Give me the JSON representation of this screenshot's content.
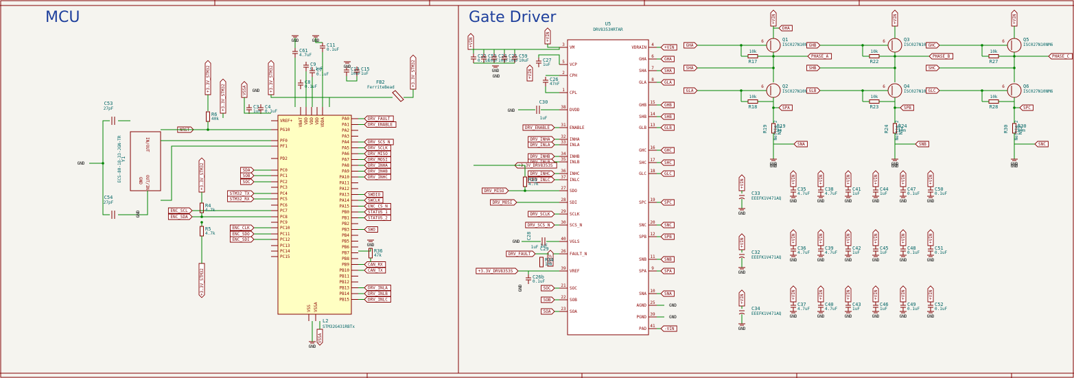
{
  "sheets": {
    "mcu_title": "MCU",
    "gate_title": "Gate Driver"
  },
  "mcu": {
    "ref": "L2",
    "part": "STM32G431RBTx",
    "left_pins": [
      "VREF+",
      "PG10",
      "PF0",
      "PF1",
      "PD2",
      "PC0",
      "PC1",
      "PC2",
      "PC3",
      "PC4",
      "PC5",
      "PC6",
      "PC7",
      "PC8",
      "PC9",
      "PC10",
      "PC11",
      "PC12",
      "PC13",
      "PC14",
      "PC15"
    ],
    "right_pins": [
      "PA0",
      "PA1",
      "PA2",
      "PA3",
      "PA4",
      "PA5",
      "PA6",
      "PA7",
      "PA8",
      "PA9",
      "PA10",
      "PA11",
      "PA12",
      "PA13",
      "PA14",
      "PA15",
      "PB0",
      "PB1",
      "PB2",
      "PB3",
      "PB4",
      "PB5",
      "PB6",
      "PB7",
      "PB8",
      "PB9",
      "PB10",
      "PB11",
      "PB12",
      "PB13",
      "PB14",
      "PB15"
    ],
    "bottom_pins": [
      "VSS",
      "VSSA"
    ],
    "top_pins": [
      "VBAT",
      "VDD",
      "VDD",
      "VDD",
      "VDDA"
    ],
    "right_labels": [
      "DRV_FAULT",
      "DRV_ENABLE",
      "DRV_SCS_N",
      "DRV_SCLK",
      "DRV_MISO",
      "DRV_MOSI",
      "DRV_INHA",
      "DRV_INHB",
      "DRV_INHC",
      "SWDIO",
      "SWCLK",
      "ENC_CS_N",
      "STATUS_1",
      "STATUS_2",
      "SWO",
      "CAN_RX",
      "CAN_TX",
      "DRV_INLA",
      "DRV_INLB",
      "DRV_INLC"
    ],
    "left_labels": [
      "NRST",
      "SDA",
      "SOB",
      "SOC",
      "STM32_TX",
      "STM32_RX",
      "ENC_SCL",
      "ENC_SDA",
      "ENC_CLK",
      "ENC_SDO",
      "ENC_SDI"
    ],
    "crystal": {
      "ref": "Y1",
      "part": "ECS-80-18-33-JGN-TR",
      "in": "IN/OUT",
      "out": "OUT/IN",
      "gnd": "GND"
    },
    "caps": [
      {
        "ref": "C53",
        "val": "27pF"
      },
      {
        "ref": "C54",
        "val": "27pF"
      },
      {
        "ref": "C61",
        "val": "4.7uF"
      },
      {
        "ref": "C9",
        "val": "0.1uF"
      },
      {
        "ref": "C11",
        "val": "0.1uF"
      },
      {
        "ref": "C7",
        "val": "0.1uF"
      },
      {
        "ref": "C8",
        "val": "0.1uF"
      },
      {
        "ref": "C13",
        "val": "10nF"
      },
      {
        "ref": "C15",
        "val": "1uF"
      },
      {
        "ref": "C3",
        "val": "1uF"
      },
      {
        "ref": "C4",
        "val": "0.1uF"
      }
    ],
    "resistors": [
      {
        "ref": "R6",
        "val": "40k"
      },
      {
        "ref": "R4",
        "val": "4.7k"
      },
      {
        "ref": "R5",
        "val": "4.7k"
      },
      {
        "ref": "R36",
        "val": "47k"
      }
    ],
    "ferrite": {
      "ref": "FB2",
      "val": "FerriteBead"
    },
    "power": [
      "+3.3V_STM32",
      "VSSA",
      "GND"
    ]
  },
  "driver": {
    "ref": "U5",
    "part": "DRV8353HRTAR",
    "left_pins": [
      {
        "n": "3",
        "name": "VM"
      },
      {
        "n": "5",
        "name": "VCP"
      },
      {
        "n": "2",
        "name": "CPH"
      },
      {
        "n": "1",
        "name": "CPL"
      },
      {
        "n": "38",
        "name": "DVDD"
      },
      {
        "n": "31",
        "name": "ENABLE"
      },
      {
        "n": "32",
        "name": "INHA"
      },
      {
        "n": "33",
        "name": "INLA"
      },
      {
        "n": "34",
        "name": "INHB"
      },
      {
        "n": "35",
        "name": "INLB"
      },
      {
        "n": "36",
        "name": "INHC"
      },
      {
        "n": "37",
        "name": "INLC"
      },
      {
        "n": "27",
        "name": "SDO"
      },
      {
        "n": "28",
        "name": "SDI"
      },
      {
        "n": "29",
        "name": "SCLK"
      },
      {
        "n": "30",
        "name": "SCS_N"
      },
      {
        "n": "40",
        "name": "VGLS"
      },
      {
        "n": "26",
        "name": "FAULT_N"
      },
      {
        "n": "39",
        "name": "VREF"
      },
      {
        "n": "21",
        "name": "SOC"
      },
      {
        "n": "22",
        "name": "SOB"
      },
      {
        "n": "23",
        "name": "SOA"
      }
    ],
    "right_pins": [
      {
        "n": "4",
        "name": "VDRAIN"
      },
      {
        "n": "6",
        "name": "GHA"
      },
      {
        "n": "7",
        "name": "SHA"
      },
      {
        "n": "8",
        "name": "GLA"
      },
      {
        "n": "15",
        "name": "GHB"
      },
      {
        "n": "14",
        "name": "SHB"
      },
      {
        "n": "13",
        "name": "GLB"
      },
      {
        "n": "16",
        "name": "GHC"
      },
      {
        "n": "17",
        "name": "SHC"
      },
      {
        "n": "18",
        "name": "GLC"
      },
      {
        "n": "19",
        "name": "SPC"
      },
      {
        "n": "20",
        "name": "SNC"
      },
      {
        "n": "12",
        "name": "SPB"
      },
      {
        "n": "11",
        "name": "SNB"
      },
      {
        "n": "9",
        "name": "SPA"
      },
      {
        "n": "10",
        "name": "SNA"
      },
      {
        "n": "25",
        "name": "AGND"
      },
      {
        "n": "39",
        "name": "PGND"
      },
      {
        "n": "41",
        "name": "PAD"
      }
    ],
    "right_labels": [
      "+VIN",
      "GHA",
      "SHA",
      "GLA",
      "GHB",
      "SHB",
      "GLB",
      "GHC",
      "SHC",
      "GLC",
      "SPC",
      "SNC",
      "SPB",
      "SNB",
      "SPA",
      "SNA",
      "GND",
      "GND",
      "-VIN"
    ],
    "left_labels": [
      "DRV_ENABLE",
      "DRV_INHA",
      "DRV_INLA",
      "DRV_INHB",
      "DRV_INLB",
      "DRV_INHC",
      "DRV_INLC",
      "DRV_MISO",
      "DRV_MOSI",
      "DRV_SCLK",
      "DRV_SCS_N",
      "DRV_FAULT",
      "SOC",
      "SOB",
      "SOA"
    ],
    "caps": [
      {
        "ref": "C22",
        "val": "0.1uF"
      },
      {
        "ref": "C50",
        "val": "10uF"
      },
      {
        "ref": "C24",
        "val": "10uF"
      },
      {
        "ref": "C25",
        "val": "10uF"
      },
      {
        "ref": "C59",
        "val": "10uF"
      },
      {
        "ref": "C27",
        "val": "1uF"
      },
      {
        "ref": "C26",
        "val": "47nF"
      },
      {
        "ref": "C30",
        "val": "1uF"
      },
      {
        "ref": "C28",
        "val": "1uF"
      },
      {
        "ref": "C29",
        "val": "1uF"
      },
      {
        "ref": "C26b",
        "val": "0.1uF"
      }
    ],
    "resistors": [
      {
        "ref": "R13",
        "val": "4.7k"
      },
      {
        "ref": "R34",
        "val": "10k"
      }
    ],
    "power": [
      "+VIN",
      "+3.3V_DRV8353S",
      "GND",
      "VREF"
    ]
  },
  "bridge": {
    "legs": [
      {
        "gh": "GHA",
        "sh": "SHA",
        "gl": "GLA",
        "phase": "PHASE_A",
        "sp": "SPA",
        "sn": "SNA",
        "qh": "Q1",
        "ql": "Q2",
        "rh": "R17",
        "rl": "R18",
        "rs": "R19",
        "rs_val": "3m",
        "nt": "NT1",
        "nt_val": "Nettie_2",
        "r_val": "10k",
        "fet": "ISC027N10NM6",
        "top": "+VIN",
        "bot": "GND",
        "dh": "DHA"
      },
      {
        "gh": "GHB",
        "sh": "SHB",
        "gl": "GLB",
        "phase": "PHASE_B",
        "sp": "SPB",
        "sn": "SNB",
        "qh": "Q3",
        "ql": "Q4",
        "rh": "R22",
        "rl": "R23",
        "rs": "R24",
        "rs_val": "10m",
        "nt": "NT2",
        "nt_val": "Nettie_2",
        "r_val": "10k",
        "fet": "ISC027N10NM6",
        "top": "+VIN",
        "bot": "GND",
        "dh": ""
      },
      {
        "gh": "GHC",
        "sh": "SHC",
        "gl": "GLC",
        "phase": "PHASE_C",
        "sp": "SPC",
        "sn": "SNC",
        "qh": "Q5",
        "ql": "Q6",
        "rh": "R27",
        "rl": "R28",
        "rs": "R30",
        "rs_val": "10m",
        "nt": "NT3",
        "nt_val": "Nettie_2",
        "r_val": "10k",
        "fet": "ISC027N10NM6",
        "top": "+VIN",
        "bot": "GND",
        "dh": ""
      }
    ],
    "bulk_caps": [
      {
        "ref": "C33",
        "val": "EEEFK1V471AQ"
      },
      {
        "ref": "C32",
        "val": "EEEFK1V471AQ"
      },
      {
        "ref": "C34",
        "val": "EEEFK1V471AQ"
      }
    ],
    "decoupling": [
      [
        {
          "ref": "C35",
          "val": "4.7uF"
        },
        {
          "ref": "C38",
          "val": "4.7uF"
        },
        {
          "ref": "C41",
          "val": "1uF"
        },
        {
          "ref": "C44",
          "val": "1uF"
        },
        {
          "ref": "C47",
          "val": "0.1uF"
        },
        {
          "ref": "C50",
          "val": "0.1uF"
        }
      ],
      [
        {
          "ref": "C36",
          "val": "4.7uF"
        },
        {
          "ref": "C39",
          "val": "4.7uF"
        },
        {
          "ref": "C42",
          "val": "1uF"
        },
        {
          "ref": "C45",
          "val": "1uF"
        },
        {
          "ref": "C48",
          "val": "0.1uF"
        },
        {
          "ref": "C51",
          "val": "0.1uF"
        }
      ],
      [
        {
          "ref": "C37",
          "val": "4.7uF"
        },
        {
          "ref": "C40",
          "val": "4.7uF"
        },
        {
          "ref": "C43",
          "val": "1uF"
        },
        {
          "ref": "C46",
          "val": "1uF"
        },
        {
          "ref": "C49",
          "val": "0.1uF"
        },
        {
          "ref": "C52",
          "val": "0.1uF"
        }
      ]
    ],
    "vin": "+VIN",
    "gnd": "GND"
  }
}
